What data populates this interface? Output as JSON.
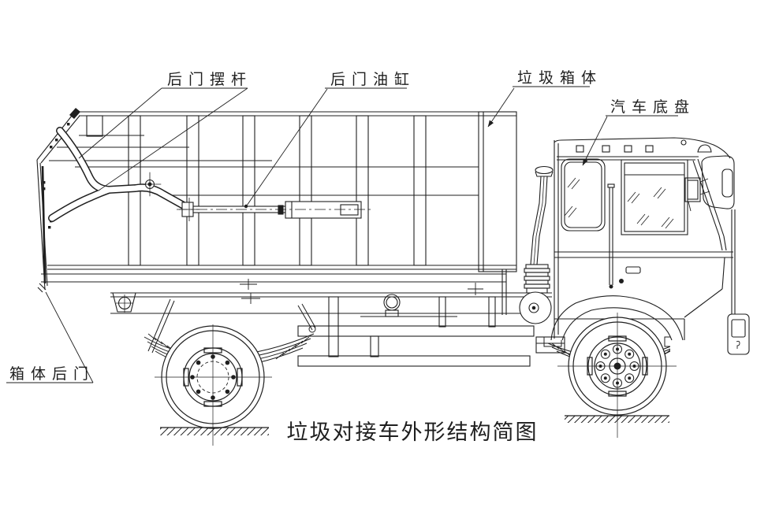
{
  "diagram": {
    "type": "engineering-line-drawing",
    "subject": "docking garbage truck side elevation",
    "colors": {
      "line": "#1f1f1f",
      "background": "#ffffff"
    },
    "labels": {
      "swing_rod": "后门摆杆",
      "door_cylinder": "后门油缸",
      "box_body": "垃圾箱体",
      "chassis": "汽车底盘",
      "box_rear_door": "箱体后门"
    },
    "caption": "垃圾对接车外形结构简图"
  }
}
